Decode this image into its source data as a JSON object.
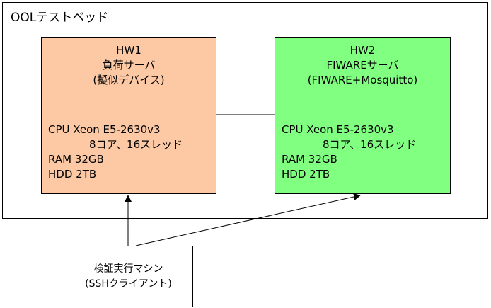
{
  "testbed": {
    "title": "OOLテストベッド"
  },
  "hw1": {
    "name": "HW1",
    "role": "負荷サーバ",
    "detail": "(擬似デバイス)",
    "cpu": "CPU Xeon E5-2630v3",
    "cores": "8コア、16スレッド",
    "ram": "RAM 32GB",
    "hdd": "HDD 2TB",
    "color": "#fcc9a4"
  },
  "hw2": {
    "name": "HW2",
    "role": "FIWAREサーバ",
    "detail": "(FIWARE+Mosquitto)",
    "cpu": "CPU Xeon E5-2630v3",
    "cores": "8コア、16スレッド",
    "ram": "RAM 32GB",
    "hdd": "HDD 2TB",
    "color": "#80ff80"
  },
  "client": {
    "line1": "検証実行マシン",
    "line2": "(SSHクライアント)"
  }
}
